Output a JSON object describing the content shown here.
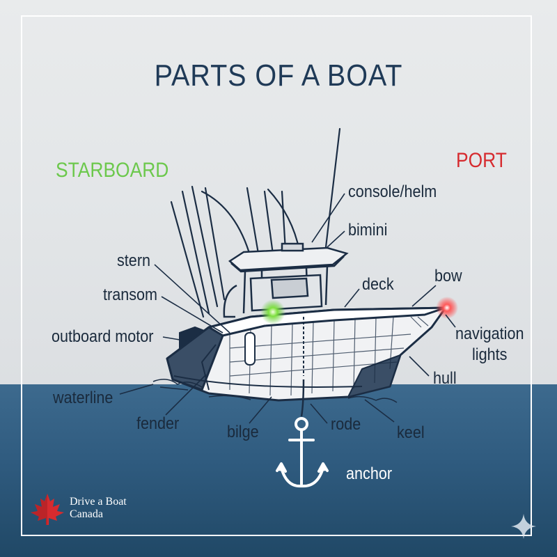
{
  "title": "PARTS OF A BOAT",
  "sides": {
    "starboard": "STARBOARD",
    "port": "PORT"
  },
  "labels": {
    "console_helm": "console/helm",
    "bimini": "bimini",
    "stern": "stern",
    "deck": "deck",
    "bow": "bow",
    "transom": "transom",
    "outboard_motor": "outboard motor",
    "navigation": "navigation",
    "lights": "lights",
    "hull": "hull",
    "waterline": "waterline",
    "fender": "fender",
    "bilge": "bilge",
    "rode": "rode",
    "keel": "keel",
    "anchor": "anchor"
  },
  "brand": {
    "line1": "Drive a Boat",
    "line2": "Canada"
  },
  "colors": {
    "title": "#1f3a57",
    "starboard": "#6cc84c",
    "port": "#d62b2f",
    "sea": "#2f5b7f",
    "line_art": "#1b2d44"
  }
}
